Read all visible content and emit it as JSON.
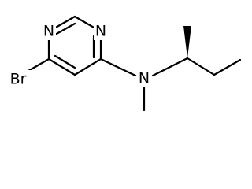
{
  "molecule": {
    "atoms": {
      "n_ring_top": "N",
      "n_ring_right": "N",
      "bromine": "Br",
      "n_amine": "N"
    }
  }
}
